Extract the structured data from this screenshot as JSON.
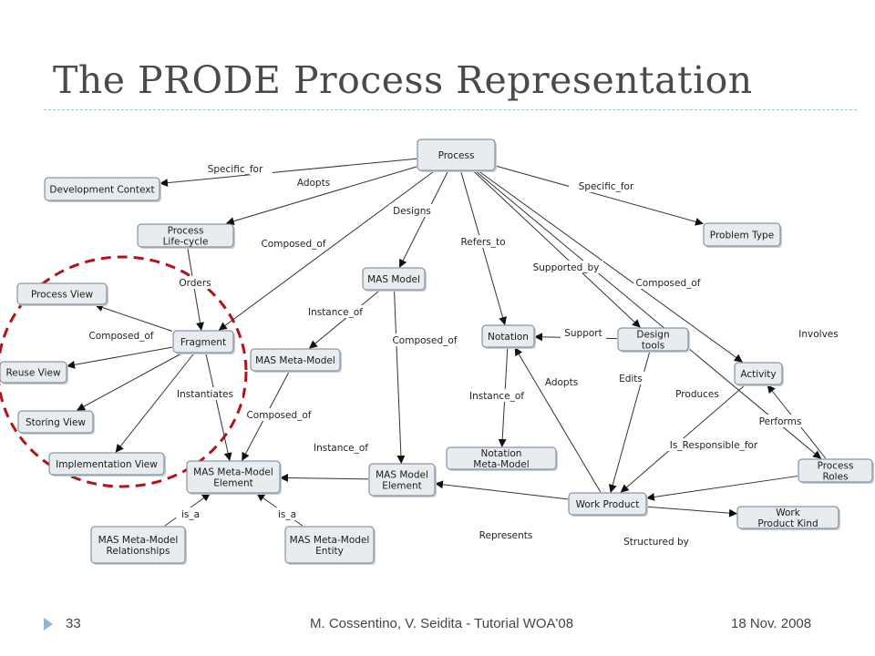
{
  "slide": {
    "title": "The PRODE Process Representation"
  },
  "footer": {
    "page": "33",
    "authors": "M. Cossentino, V. Seidita - Tutorial WOA'08",
    "date": "18 Nov. 2008"
  },
  "colors": {
    "node_fill": "#e9ecef",
    "node_stroke": "#6f7f92",
    "highlight": "#b0141a",
    "accent": "#8fb8cc"
  },
  "nodes": [
    {
      "id": "process",
      "label": "Process"
    },
    {
      "id": "devctx",
      "label": "Development Context"
    },
    {
      "id": "problem",
      "label": "Problem Type"
    },
    {
      "id": "lifecycle",
      "label": "Process Life-cycle"
    },
    {
      "id": "processview",
      "label": "Process View"
    },
    {
      "id": "fragment",
      "label": "Fragment"
    },
    {
      "id": "reuseview",
      "label": "Reuse View"
    },
    {
      "id": "storingview",
      "label": "Storing View"
    },
    {
      "id": "implview",
      "label": "Implementation View"
    },
    {
      "id": "masmodel",
      "label": "MAS Model"
    },
    {
      "id": "masmetamodel",
      "label": "MAS Meta-Model"
    },
    {
      "id": "mmelement",
      "label": "MAS Meta-Model Element"
    },
    {
      "id": "mmrel",
      "label": "MAS Meta-Model Relationships"
    },
    {
      "id": "mmentity",
      "label": "MAS Meta-Model Entity"
    },
    {
      "id": "modelelement",
      "label": "MAS Model Element"
    },
    {
      "id": "notation",
      "label": "Notation"
    },
    {
      "id": "designtools",
      "label": "Design tools"
    },
    {
      "id": "notationmm",
      "label": "Notation Meta-Model"
    },
    {
      "id": "activity",
      "label": "Activity"
    },
    {
      "id": "processroles",
      "label": "Process Roles"
    },
    {
      "id": "workproduct",
      "label": "Work Product"
    },
    {
      "id": "wpkind",
      "label": "Work Product Kind"
    }
  ],
  "edges": [
    {
      "from": "process",
      "to": "devctx",
      "label": "Specific_for"
    },
    {
      "from": "process",
      "to": "lifecycle",
      "label": "Adopts"
    },
    {
      "from": "process",
      "to": "fragment",
      "label": "Composed_of"
    },
    {
      "from": "process",
      "to": "masmodel",
      "label": "Designs"
    },
    {
      "from": "process",
      "to": "notation",
      "label": "Refers_to"
    },
    {
      "from": "process",
      "to": "designtools",
      "label": "Supported_by"
    },
    {
      "from": "process",
      "to": "activity",
      "label": "Composed_of"
    },
    {
      "from": "process",
      "to": "processroles",
      "label": "Involves"
    },
    {
      "from": "process",
      "to": "problem",
      "label": "Specific_for"
    },
    {
      "from": "lifecycle",
      "to": "fragment",
      "label": "Orders"
    },
    {
      "from": "fragment",
      "to": "processview",
      "label": ""
    },
    {
      "from": "fragment",
      "to": "reuseview",
      "label": ""
    },
    {
      "from": "fragment",
      "to": "storingview",
      "label": ""
    },
    {
      "from": "fragment",
      "to": "implview",
      "label": ""
    },
    {
      "from": "fragment",
      "to": "mmelement",
      "label": "Instantiates"
    },
    {
      "from": "masmodel",
      "to": "masmetamodel",
      "label": "Instance_of"
    },
    {
      "from": "masmodel",
      "to": "modelelement",
      "label": "Composed_of"
    },
    {
      "from": "masmetamodel",
      "to": "mmelement",
      "label": "Composed_of"
    },
    {
      "from": "modelelement",
      "to": "mmelement",
      "label": "Instance_of"
    },
    {
      "from": "mmrel",
      "to": "mmelement",
      "label": "is_a"
    },
    {
      "from": "mmentity",
      "to": "mmelement",
      "label": "is_a"
    },
    {
      "from": "notation",
      "to": "notationmm",
      "label": "Instance_of"
    },
    {
      "from": "designtools",
      "to": "notation",
      "label": "Support"
    },
    {
      "from": "designtools",
      "to": "workproduct",
      "label": "Edits"
    },
    {
      "from": "workproduct",
      "to": "notation",
      "label": "Adopts"
    },
    {
      "from": "activity",
      "to": "workproduct",
      "label": "Produces"
    },
    {
      "from": "processroles",
      "to": "activity",
      "label": "Performs"
    },
    {
      "from": "processroles",
      "to": "workproduct",
      "label": "Is_Responsible_for"
    },
    {
      "from": "workproduct",
      "to": "modelelement",
      "label": "Represents"
    },
    {
      "from": "workproduct",
      "to": "wpkind",
      "label": "Structured by"
    }
  ],
  "fragment_fan_label": "Composed_of"
}
